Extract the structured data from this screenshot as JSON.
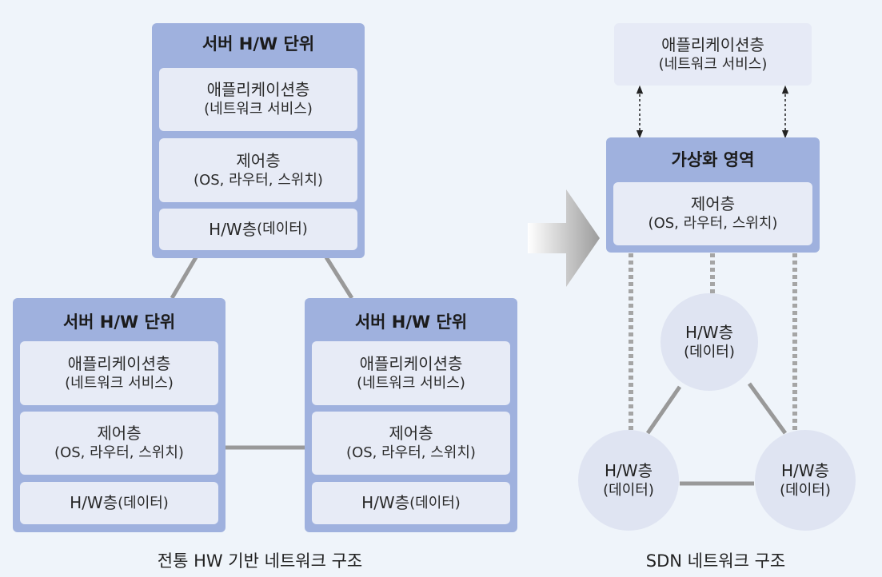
{
  "traditional": {
    "caption": "전통 HW 기반 네트워크 구조",
    "units": [
      {
        "title": "서버 H/W 단위",
        "app_line1": "애플리케이션층",
        "app_line2": "(네트워크 서비스)",
        "control_line1": "제어층",
        "control_line2": "(OS, 라우터, 스위치)",
        "hw_main": "H/W층",
        "hw_sub": "(데이터)"
      },
      {
        "title": "서버 H/W 단위",
        "app_line1": "애플리케이션층",
        "app_line2": "(네트워크 서비스)",
        "control_line1": "제어층",
        "control_line2": "(OS, 라우터, 스위치)",
        "hw_main": "H/W층",
        "hw_sub": "(데이터)"
      },
      {
        "title": "서버 H/W 단위",
        "app_line1": "애플리케이션층",
        "app_line2": "(네트워크 서비스)",
        "control_line1": "제어층",
        "control_line2": "(OS, 라우터, 스위치)",
        "hw_main": "H/W층",
        "hw_sub": "(데이터)"
      }
    ]
  },
  "sdn": {
    "caption": "SDN 네트워크 구조",
    "application": {
      "line1": "애플리케이션층",
      "line2": "(네트워크 서비스)"
    },
    "virtual": {
      "title": "가상화 영역",
      "control_line1": "제어층",
      "control_line2": "(OS, 라우터, 스위치)"
    },
    "hw_nodes": [
      {
        "line1": "H/W층",
        "line2": "(데이터)"
      },
      {
        "line1": "H/W층",
        "line2": "(데이터)"
      },
      {
        "line1": "H/W층",
        "line2": "(데이터)"
      }
    ]
  },
  "colors": {
    "background": "#eff4fa",
    "unit_frame": "#9fb1de",
    "layer_fill": "#e7ebf6",
    "node_fill": "#dfe4f2",
    "connector": "#9a9a9a"
  },
  "icons": {
    "transition_arrow": "chevron-arrow-icon"
  }
}
